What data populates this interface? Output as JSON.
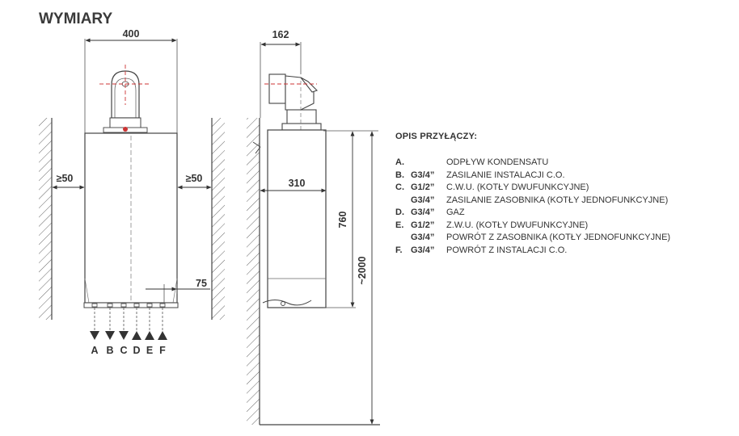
{
  "title": "WYMIARY",
  "front_view": {
    "width_label": "400",
    "left_clearance_label": "≥50",
    "right_clearance_label": "≥50",
    "offset_label": "75",
    "connection_letters": [
      "A",
      "B",
      "C",
      "D",
      "E",
      "F"
    ]
  },
  "side_view": {
    "flue_label": "162",
    "depth_label": "310",
    "height_label": "760",
    "floor_height_label": "~2000"
  },
  "legend": {
    "title": "OPIS PRZYŁĄCZY:",
    "rows": [
      {
        "code": "A.",
        "size": "",
        "desc": "ODPŁYW KONDENSATU"
      },
      {
        "code": "B.",
        "size": "G3/4”",
        "desc": "ZASILANIE INSTALACJI C.O."
      },
      {
        "code": "C.",
        "size": "G1/2”",
        "desc": "C.W.U. (KOTŁY DWUFUNKCYJNE)"
      },
      {
        "code": "",
        "size": "G3/4”",
        "desc": "ZASILANIE ZASOBNIKA (KOTŁY JEDNOFUNKCYJNE)"
      },
      {
        "code": "D.",
        "size": "G3/4”",
        "desc": "GAZ"
      },
      {
        "code": "E.",
        "size": "G1/2”",
        "desc": "Z.W.U. (KOTŁY DWUFUNKCYJNE)"
      },
      {
        "code": "",
        "size": "G3/4”",
        "desc": "POWRÓT Z ZASOBNIKA (KOTŁY JEDNOFUNKCYJNE)"
      },
      {
        "code": "F.",
        "size": "G3/4”",
        "desc": "POWRÓT Z INSTALACJI C.O."
      }
    ]
  }
}
